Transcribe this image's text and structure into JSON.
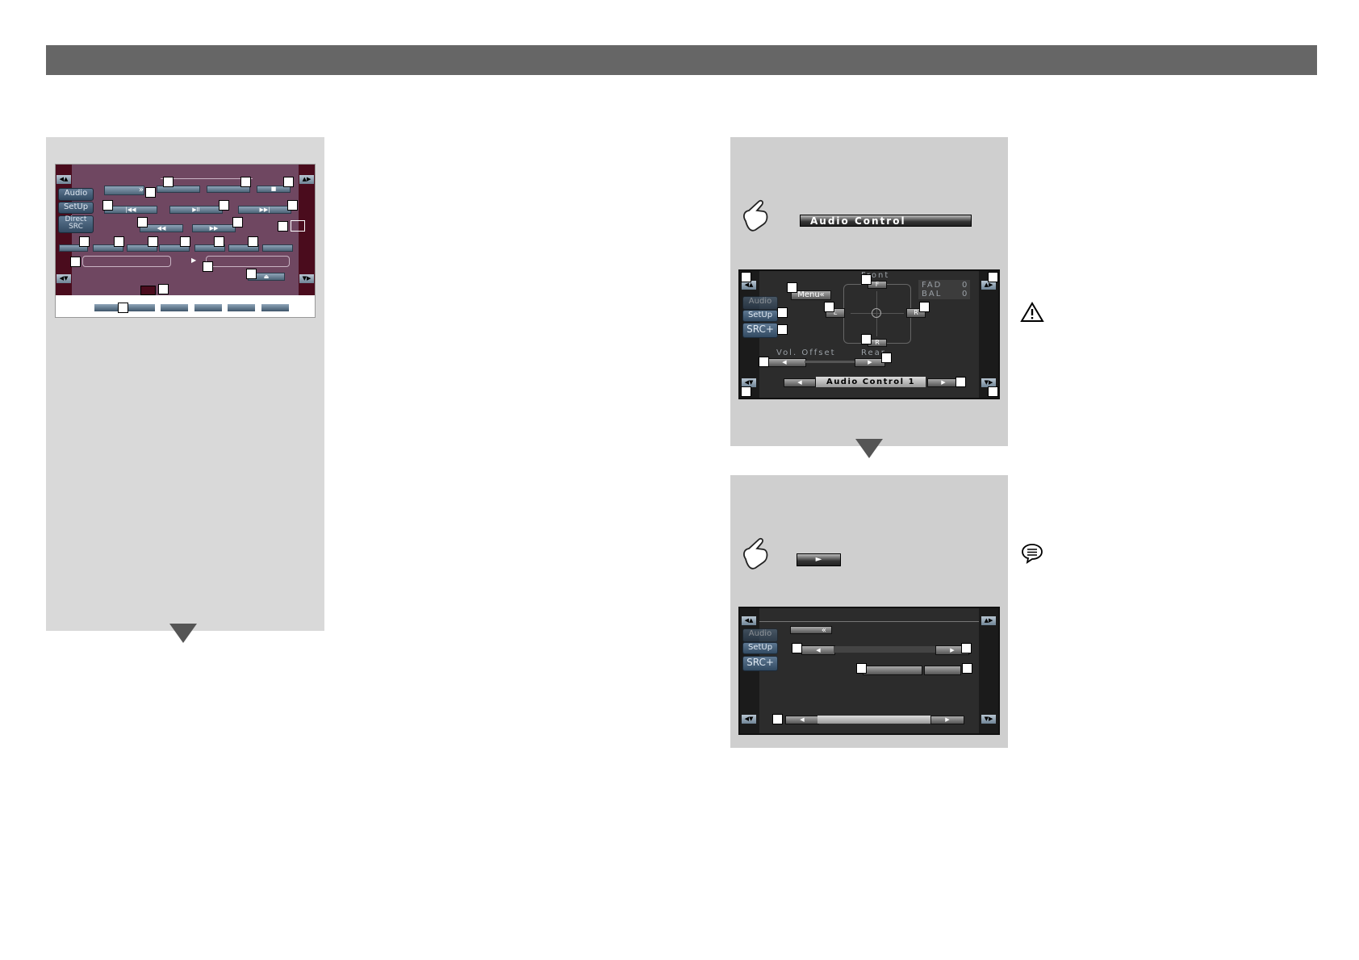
{
  "left_screen": {
    "sidebar": {
      "audio": "Audio",
      "setup": "SetUp",
      "direct_src_line1": "Direct",
      "direct_src_line2": "SRC"
    },
    "buttons": {
      "forward_skip": "»",
      "prev_track": "|◀◀",
      "play_pause": "▶II",
      "next_track": "▶▶|",
      "rewind": "◀◀",
      "fast_forward": "▶▶",
      "stop": "■",
      "eject": "⏏"
    }
  },
  "step1": {
    "button_label": "Audio Control"
  },
  "audio_control_screen": {
    "menu_button": "Menu«",
    "front_label": "Front",
    "rear_label": "Rear",
    "fad_label": "FAD",
    "fad_value": "0",
    "bal_label": "BAL",
    "bal_value": "0",
    "vol_offset_label": "Vol. Offset",
    "f_button": "F",
    "l_button": "L",
    "r_button": "R",
    "rear_button": "R",
    "page_title": "Audio Control 1",
    "sidebar": {
      "audio": "Audio",
      "setup": "SetUp",
      "src": "SRC+"
    }
  },
  "step2": {
    "button_label": "►"
  },
  "audio_control_screen2": {
    "back_button": "«",
    "sidebar": {
      "audio": "Audio",
      "setup": "SetUp",
      "src": "SRC+"
    }
  },
  "icons": {
    "warning": "warning-icon",
    "note": "note-icon",
    "hand": "hand-pointer-icon"
  }
}
